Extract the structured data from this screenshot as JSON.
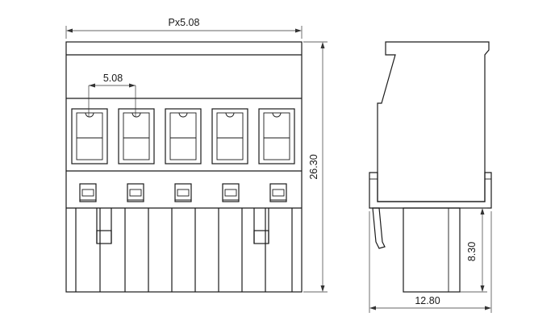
{
  "drawing": {
    "dimensions": {
      "overall_width": "Px5.08",
      "pitch": "5.08",
      "overall_height": "26.30",
      "depth": "12.80",
      "pin_length": "8.30"
    },
    "colors": {
      "line": "#1a1a1a",
      "background": "#ffffff"
    }
  }
}
